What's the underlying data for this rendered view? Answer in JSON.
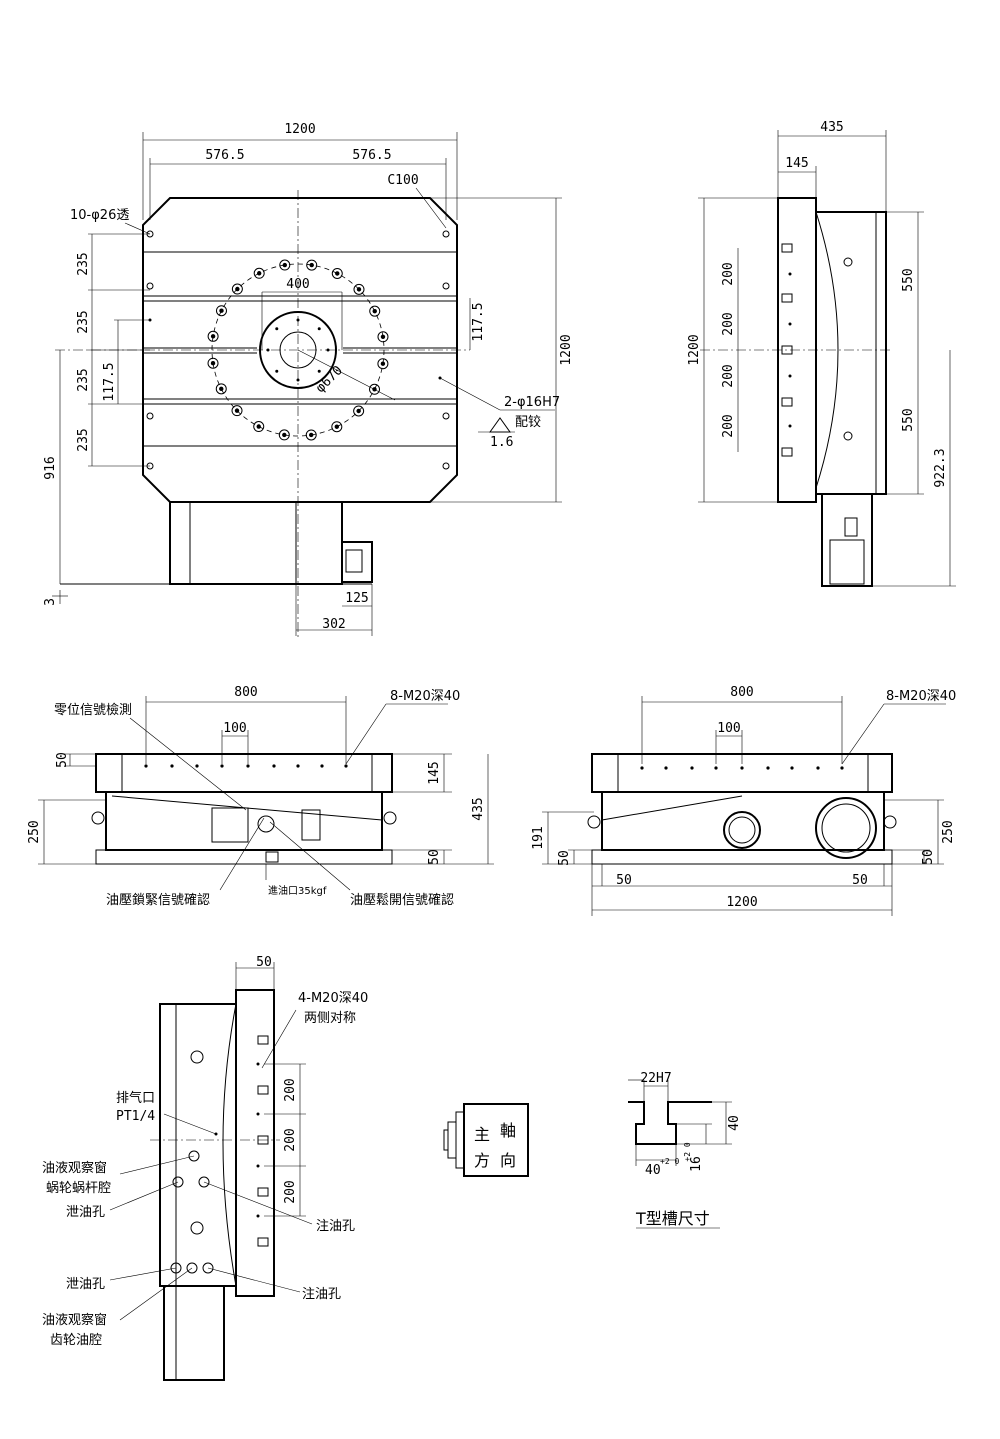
{
  "top_view": {
    "dim_overall_width": "1200",
    "dim_half_left": "576.5",
    "dim_half_right": "576.5",
    "chamfer": "C100",
    "through_holes": "10-φ26透",
    "slot_spacing": [
      "235",
      "235",
      "235",
      "235"
    ],
    "dim_bolt_circle_inner": "400",
    "dim_offset_117_5_a": "117.5",
    "dim_offset_117_5_b": "117.5",
    "dim_diameter": "φ670",
    "dowel_holes": "2-φ16H7",
    "dowel_note": "配铰",
    "roughness": "1.6",
    "dim_overall_height": "1200",
    "dim_height_916": "916",
    "dim_3": "3",
    "dim_125": "125",
    "dim_302": "302"
  },
  "side_view": {
    "dim_435": "435",
    "dim_145": "145",
    "dim_1200": "1200",
    "slot_pitch": [
      "200",
      "200",
      "200",
      "200"
    ],
    "dim_550_top": "550",
    "dim_550_bottom": "550",
    "dim_922_3": "922.3"
  },
  "front_view": {
    "label_zero_signal": "零位信號檢測",
    "dim_800": "800",
    "dim_100": "100",
    "tapped_holes": "8-M20深40",
    "dim_50": "50",
    "dim_145": "145",
    "dim_435": "435",
    "dim_250": "250",
    "dim_50_b": "50",
    "label_clamp_signal": "油壓鎖緊信號確認",
    "label_oil_inlet": "進油口35kgf",
    "label_release_signal": "油壓鬆開信號確認"
  },
  "rear_view": {
    "dim_800": "800",
    "dim_100": "100",
    "tapped_holes": "8-M20深40",
    "dim_191": "191",
    "dim_50_left": "50",
    "dim_50_bl": "50",
    "dim_50_br": "50",
    "dim_250": "250",
    "dim_50_right": "50",
    "dim_1200": "1200"
  },
  "end_view": {
    "dim_50": "50",
    "tapped_holes": "4-M20深40",
    "symmetric_note": "两侧对称",
    "slot_pitch": [
      "200",
      "200",
      "200"
    ],
    "vent_port": "排气口",
    "vent_size": "PT1/4",
    "sight_glass_worm_1": "油液观察窗",
    "sight_glass_worm_2": "蜗轮蜗杆腔",
    "drain_1": "泄油孔",
    "fill_1": "注油孔",
    "drain_2": "泄油孔",
    "fill_2": "注油孔",
    "sight_glass_gear_1": "油液观察窗",
    "sight_glass_gear_2": "齿轮油腔"
  },
  "spindle_icon": {
    "char_1": "主",
    "char_2": "軸",
    "char_3": "方",
    "char_4": "向"
  },
  "t_slot": {
    "dim_22h7": "22H7",
    "dim_40_h": "40",
    "dim_40_w": "40",
    "tol_40": "+2 0",
    "dim_16": "16",
    "tol_16": "+2 0",
    "title": "T型槽尺寸"
  }
}
